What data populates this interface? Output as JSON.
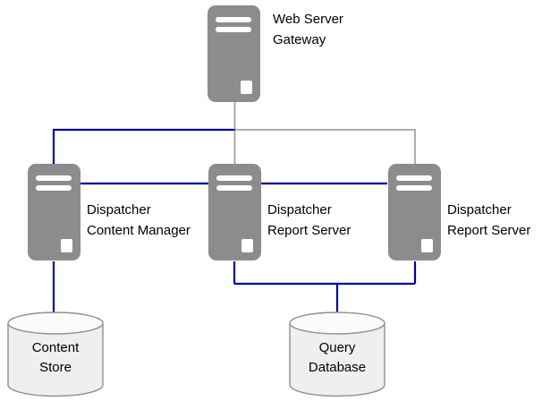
{
  "diagram_type": "server-architecture-diagram",
  "nodes": {
    "gateway": {
      "line1": "Web Server",
      "line2": "Gateway"
    },
    "content_manager": {
      "line1": "Dispatcher",
      "line2": "Content Manager"
    },
    "report_server_1": {
      "line1": "Dispatcher",
      "line2": "Report Server"
    },
    "report_server_2": {
      "line1": "Dispatcher",
      "line2": "Report Server"
    },
    "content_store": {
      "line1": "Content",
      "line2": "Store"
    },
    "query_database": {
      "line1": "Query",
      "line2": "Database"
    }
  },
  "icons": {
    "server": "server-tower-icon",
    "database": "database-cylinder-icon"
  },
  "colors": {
    "background": "#ffffff",
    "server_fill": "#8C8C8C",
    "server_detail": "#ffffff",
    "wire_gray": "#A0A0A0",
    "wire_blue": "#0000A0",
    "cylinder_fill": "#EFEFEF",
    "cylinder_top_fill": "#FBFBFB",
    "cylinder_stroke": "#909090",
    "text": "#000000"
  }
}
